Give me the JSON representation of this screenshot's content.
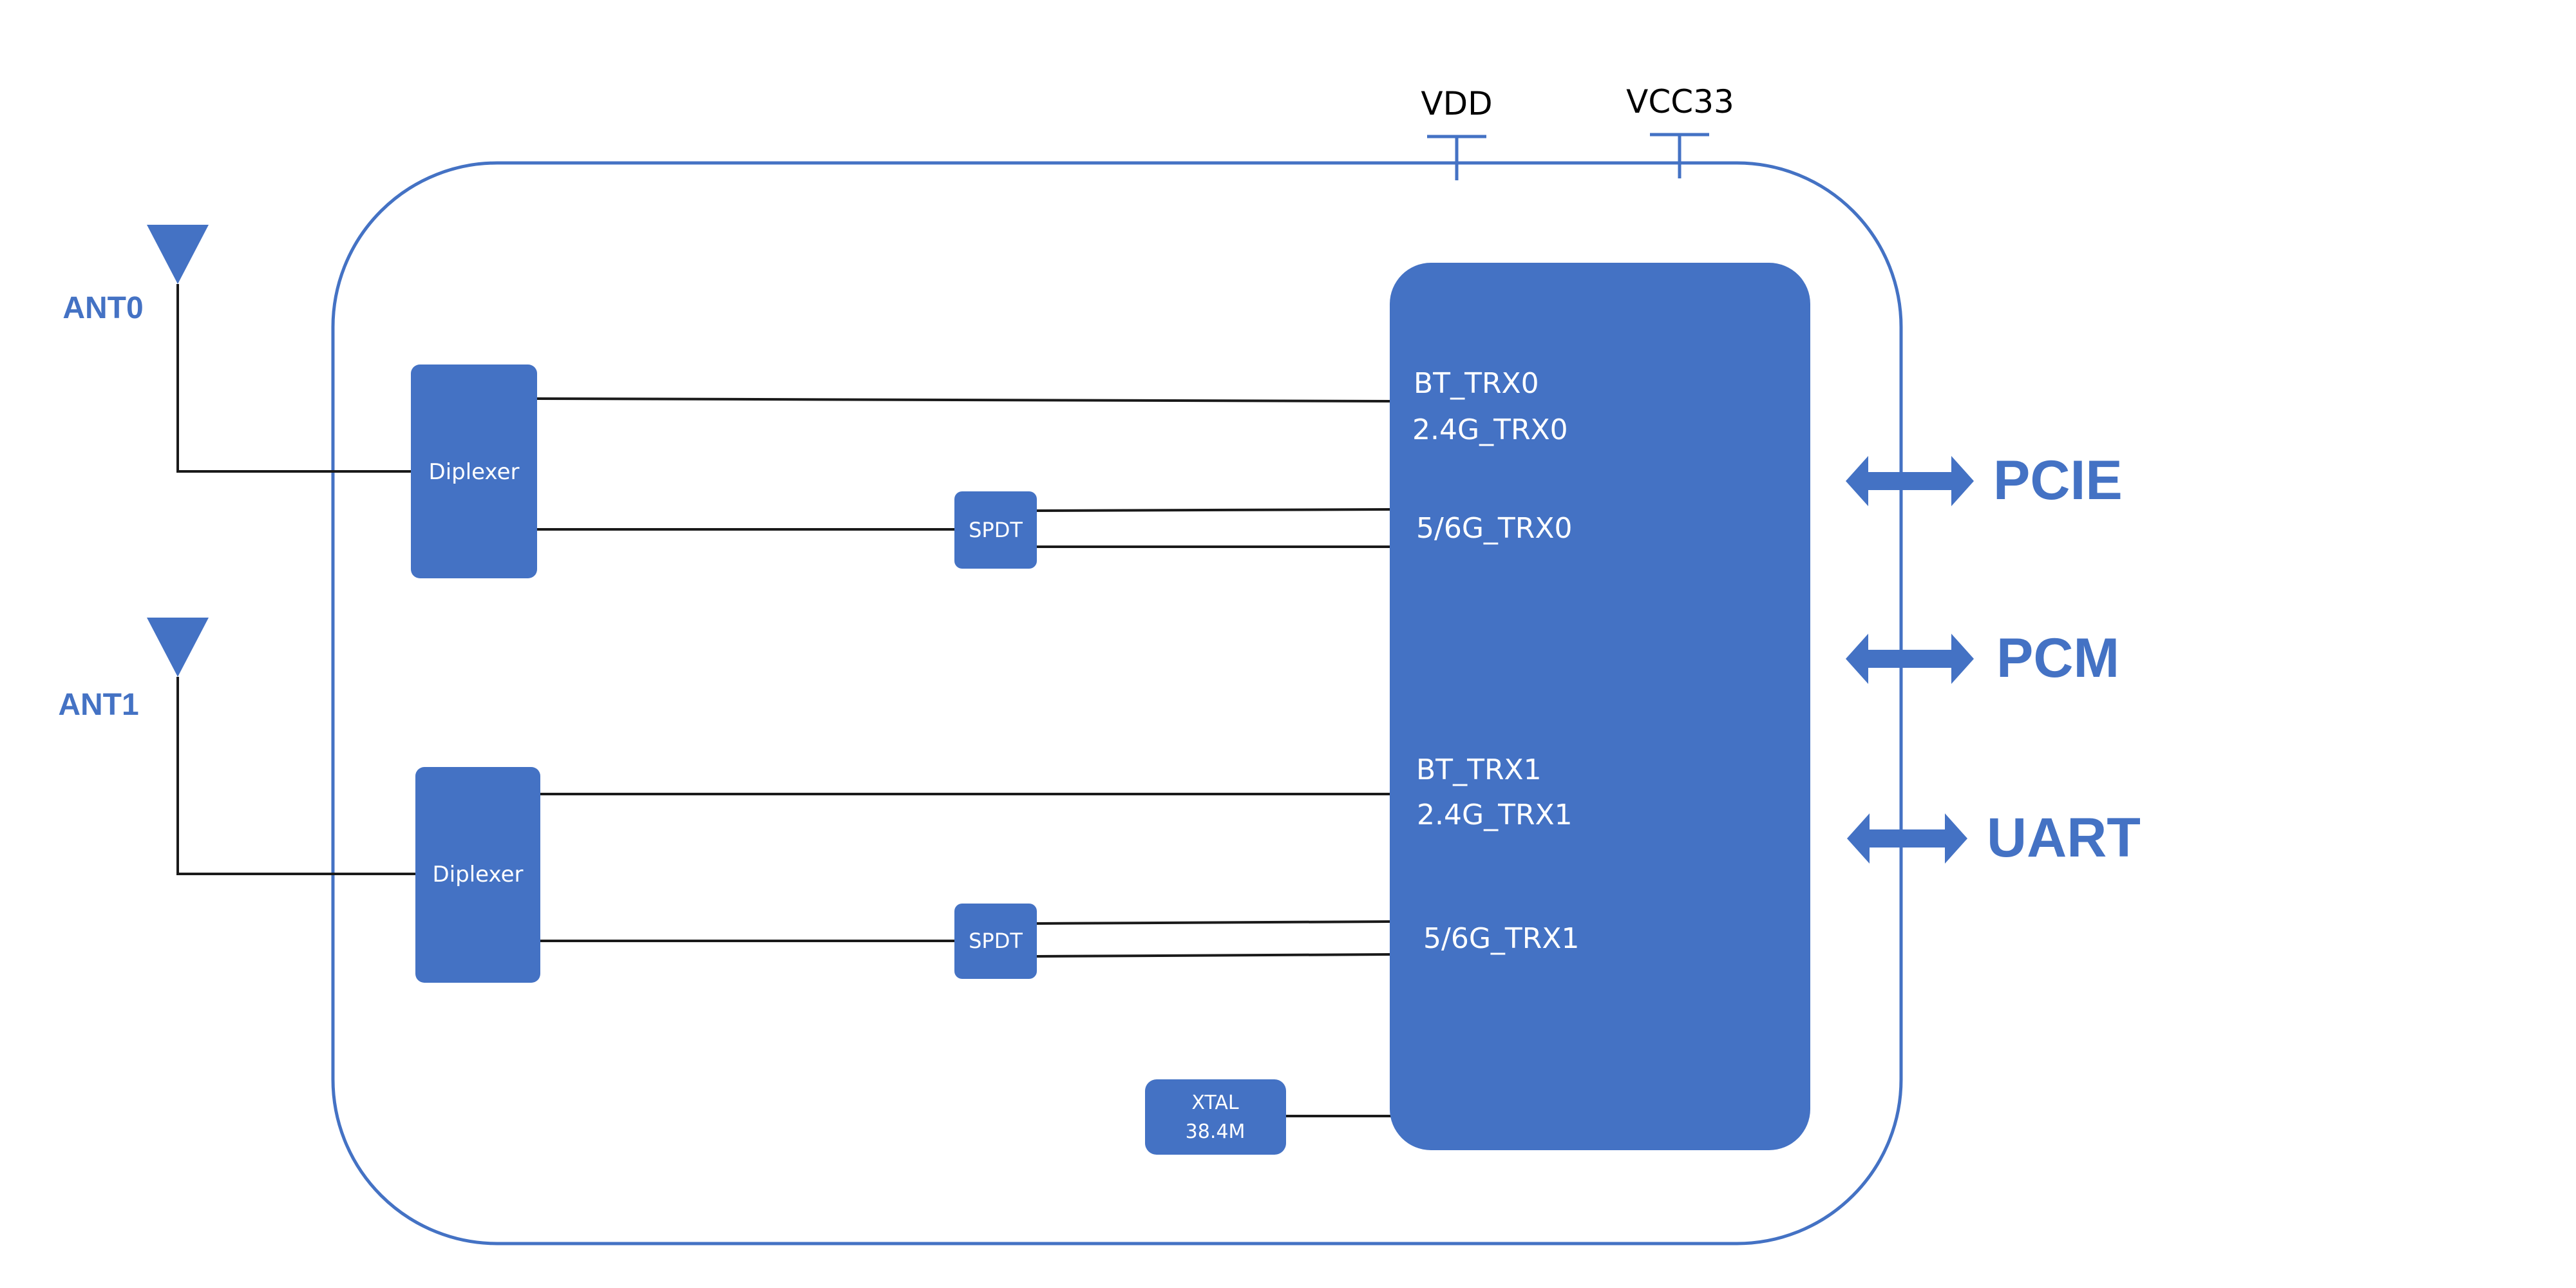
{
  "diagram": {
    "colors": {
      "block_fill": "#4472c4",
      "outline": "#4472c4",
      "wire": "#1a1a1a",
      "block_text": "#ffffff",
      "power_text": "#000000"
    },
    "power_rails": [
      {
        "label": "VDD"
      },
      {
        "label": "VCC33"
      }
    ],
    "antennas": [
      {
        "label": "ANT0"
      },
      {
        "label": "ANT1"
      }
    ],
    "diplexers": [
      {
        "label": "Diplexer"
      },
      {
        "label": "Diplexer"
      }
    ],
    "switches": [
      {
        "label": "SPDT"
      },
      {
        "label": "SPDT"
      }
    ],
    "crystal": {
      "line1": "XTAL",
      "line2": "38.4M"
    },
    "chip": {
      "pins": [
        {
          "label": "BT_TRX0"
        },
        {
          "label": "2.4G_TRX0"
        },
        {
          "label": "5/6G_TRX0"
        },
        {
          "label": "BT_TRX1"
        },
        {
          "label": "2.4G_TRX1"
        },
        {
          "label": "5/6G_TRX1"
        }
      ]
    },
    "interfaces": [
      {
        "label": "PCIE"
      },
      {
        "label": "PCM"
      },
      {
        "label": "UART"
      }
    ]
  }
}
